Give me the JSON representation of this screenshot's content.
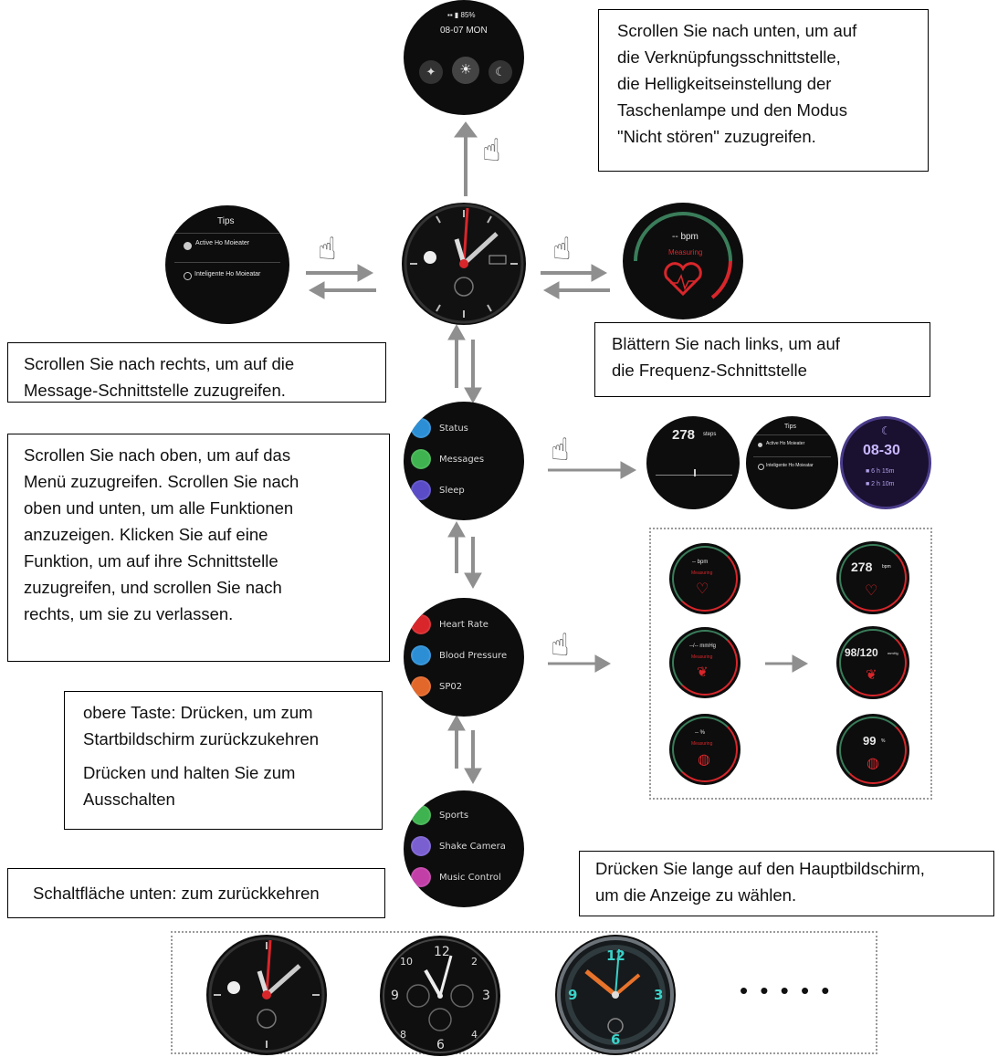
{
  "notes": {
    "top_right": [
      "Scrollen Sie nach unten, um auf",
      "die Verknüpfungsschnittstelle,",
      "die Helligkeitseinstellung der",
      "Taschenlampe und den Modus",
      "\"Nicht stören\" zuzugreifen."
    ],
    "left_message": [
      "Scrollen Sie nach rechts, um auf die",
      "Message-Schnittstelle zuzugreifen."
    ],
    "right_frequency": [
      "Blättern Sie nach links, um auf",
      "die Frequenz-Schnittstelle"
    ],
    "left_menu": [
      "Scrollen Sie nach oben, um auf das",
      "Menü zuzugreifen. Scrollen Sie nach",
      "oben und unten, um alle Funktionen",
      "anzuzeigen. Klicken Sie auf eine",
      "Funktion, um auf ihre Schnittstelle",
      "zuzugreifen, und scrollen Sie nach",
      "rechts, um sie zu verlassen."
    ],
    "top_button": [
      "obere Taste: Drücken, um zum",
      "Startbildschirm zurückzukehren",
      "Drücken und halten Sie zum",
      "Ausschalten"
    ],
    "bottom_button": "Schaltfläche unten: zum zurückkehren",
    "long_press": [
      "Drücken Sie lange auf den Hauptbildschirm,",
      "um die Anzeige zu wählen."
    ]
  },
  "watches": {
    "shortcut": {
      "status": "▪▪ ▮ 85%",
      "date": "08-07 MON"
    },
    "tips": {
      "title": "Tips",
      "option1": "Active Ho Moieater",
      "option2": "Inteligente Ho Moieatar"
    },
    "heart_side": {
      "value": "-- bpm",
      "label": "Measuring"
    },
    "menu1": [
      "Status",
      "Messages",
      "Sleep"
    ],
    "menu2": [
      "Heart Rate",
      "Blood Pressure",
      "SP02"
    ],
    "menu3": [
      "Sports",
      "Shake Camera",
      "Music Control"
    ],
    "status_screen": {
      "value": "278",
      "unit": "steps"
    },
    "tips_small": {
      "title": "Tips",
      "option1": "Active Ho Moieater",
      "option2": "Inteligente Ho Moieatar"
    },
    "sleep_screen": {
      "time": "08-30",
      "line1": "■ 6 h 15m",
      "line2": "■ 2 h 10m"
    },
    "measure_left": [
      {
        "value": "-- bpm",
        "label": "Measuring"
      },
      {
        "value": "--/-- mmHg",
        "label": "Measuring"
      },
      {
        "value": "-- %",
        "label": "Measuring"
      }
    ],
    "measure_right": [
      {
        "value": "278",
        "unit": "bpm"
      },
      {
        "value": "98/120",
        "unit": "mmHg"
      },
      {
        "value": "99",
        "unit": "%"
      }
    ]
  },
  "more_faces": "• • • • •",
  "colors": {
    "arrow": "#8f8f8f",
    "watch_bg": "#0d0d0d",
    "accent_red": "#d8262b"
  }
}
